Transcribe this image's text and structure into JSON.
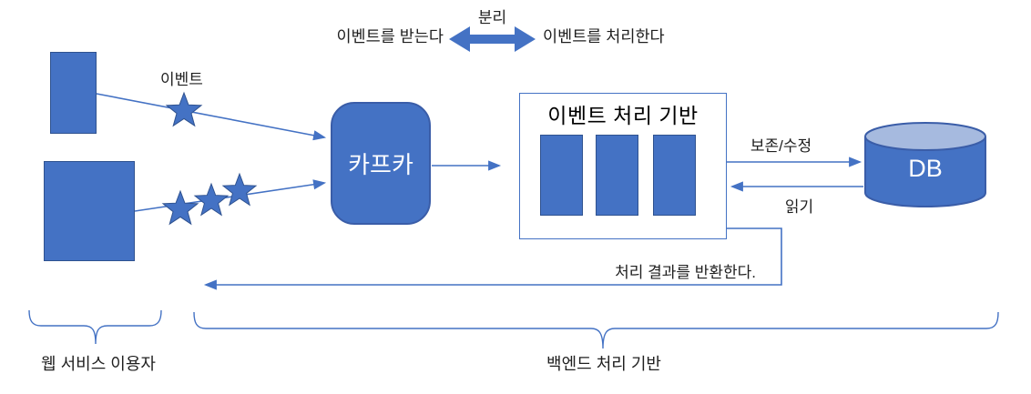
{
  "colors": {
    "accent": "#4472C4",
    "shape_outline": "#2F528F",
    "db_top_fill": "#A6BADF",
    "text": "#1f1f1f"
  },
  "decoupling": {
    "title": "분리",
    "left": "이벤트를 받는다",
    "right": "이벤트를 처리한다"
  },
  "event_flow": {
    "event_label": "이벤트"
  },
  "kafka": {
    "label": "카프카"
  },
  "processor": {
    "title": "이벤트 처리 기반"
  },
  "db": {
    "label": "DB",
    "write_label": "보존/수정",
    "read_label": "읽기"
  },
  "return_flow": {
    "label": "처리 결과를 반환한다."
  },
  "groups": {
    "users_label": "웹 서비스 이용자",
    "backend_label": "백엔드 처리 기반"
  }
}
